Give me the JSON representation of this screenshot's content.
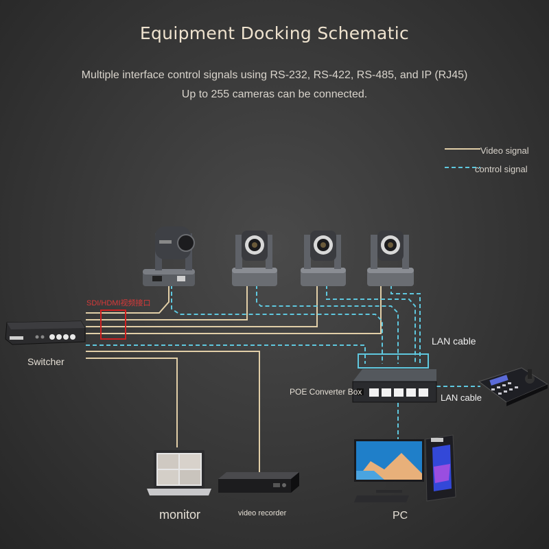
{
  "header": {
    "title": "Equipment Docking Schematic",
    "subtitle_line1": "Multiple interface control signals using RS-232, RS-422, RS-485, and IP (RJ45)",
    "subtitle_line2": "Up to 255 cameras can be connected."
  },
  "legend": {
    "video_label": "Video signal",
    "control_label": "control signal"
  },
  "colors": {
    "video": "#e2cfa8",
    "control": "#5fc8df",
    "highlight_box": "#d02020"
  },
  "labels": {
    "sdi_hdmi": "SDI/HDMI视频接口",
    "switcher": "Switcher",
    "lan_cable_top": "LAN cable",
    "lan_cable_right": "LAN cable",
    "poe_box": "POE Converter Box",
    "monitor": "monitor",
    "video_recorder": "video recorder",
    "pc": "PC"
  }
}
